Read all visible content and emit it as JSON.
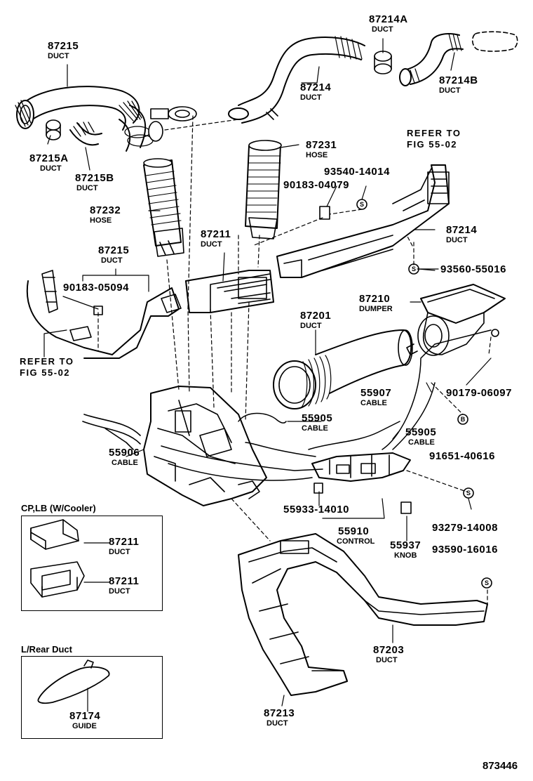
{
  "parts": {
    "p87215": {
      "num": "87215",
      "name": "DUCT"
    },
    "p87215A": {
      "num": "87215A",
      "name": "DUCT"
    },
    "p87215B": {
      "num": "87215B",
      "name": "DUCT"
    },
    "p87214A": {
      "num": "87214A",
      "name": "DUCT"
    },
    "p87214B": {
      "num": "87214B",
      "name": "DUCT"
    },
    "p87214top": {
      "num": "87214",
      "name": "DUCT"
    },
    "p87231": {
      "num": "87231",
      "name": "HOSE"
    },
    "p87232": {
      "num": "87232",
      "name": "HOSE"
    },
    "p87211": {
      "num": "87211",
      "name": "DUCT"
    },
    "p87215b2": {
      "num": "87215",
      "name": "DUCT"
    },
    "p87214r": {
      "num": "87214",
      "name": "DUCT"
    },
    "p87210": {
      "num": "87210",
      "name": "DUMPER"
    },
    "p87201": {
      "num": "87201",
      "name": "DUCT"
    },
    "p55907": {
      "num": "55907",
      "name": "CABLE"
    },
    "p55905a": {
      "num": "55905",
      "name": "CABLE"
    },
    "p55905b": {
      "num": "55905",
      "name": "CABLE"
    },
    "p55906": {
      "num": "55906",
      "name": "CABLE"
    },
    "p55910": {
      "num": "55910",
      "name": "CONTROL"
    },
    "p55937": {
      "num": "55937",
      "name": "KNOB"
    },
    "p87203": {
      "num": "87203",
      "name": "DUCT"
    },
    "p87213": {
      "num": "87213",
      "name": "DUCT"
    },
    "p87211i1": {
      "num": "87211",
      "name": "DUCT"
    },
    "p87211i2": {
      "num": "87211",
      "name": "DUCT"
    },
    "p87174": {
      "num": "87174",
      "name": "GUIDE"
    }
  },
  "fasteners": {
    "f93540": "93540-14014",
    "f90183a": "90183-04079",
    "f90183b": "90183-05094",
    "f93560": "93560-55016",
    "f90179": "90179-06097",
    "f91651": "91651-40616",
    "f55933": "55933-14010",
    "f93279": "93279-14008",
    "f93590": "93590-16016"
  },
  "refs": {
    "top": {
      "line1": "REFER TO",
      "line2": "FIG 55-02"
    },
    "left": {
      "line1": "REFER TO",
      "line2": "FIG 55-02"
    }
  },
  "insets": {
    "cooler": "CP,LB (W/Cooler)",
    "rear": "L/Rear Duct"
  },
  "figure_number": "873446"
}
